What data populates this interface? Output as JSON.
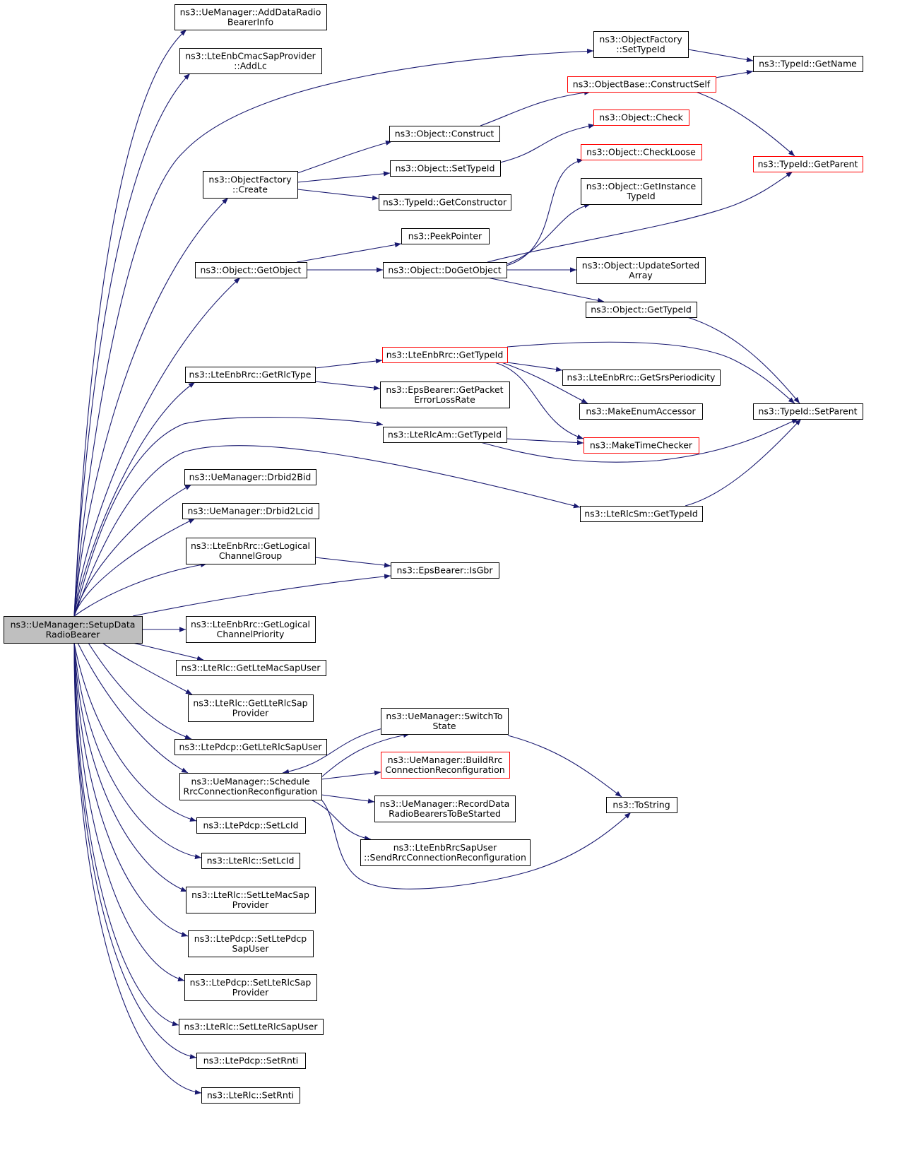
{
  "colors": {
    "edge": "#191970",
    "node_border": "#000000",
    "truncated_border": "#ff0000",
    "root_fill": "#bfbfbf",
    "background": "#ffffff"
  },
  "nodes": [
    {
      "id": "root",
      "lines": [
        "ns3::UeManager::SetupData",
        "RadioBearer"
      ],
      "style": "root"
    },
    {
      "id": "addDRB",
      "lines": [
        "ns3::UeManager::AddDataRadio",
        "BearerInfo"
      ],
      "style": "normal"
    },
    {
      "id": "addLc",
      "lines": [
        "ns3::LteEnbCmacSapProvider",
        "::AddLc"
      ],
      "style": "normal"
    },
    {
      "id": "ofSetTypeId",
      "lines": [
        "ns3::ObjectFactory",
        "::SetTypeId"
      ],
      "style": "normal"
    },
    {
      "id": "getName",
      "lines": [
        "ns3::TypeId::GetName"
      ],
      "style": "normal"
    },
    {
      "id": "constructSelf",
      "lines": [
        "ns3::ObjectBase::ConstructSelf"
      ],
      "style": "truncated"
    },
    {
      "id": "objCheck",
      "lines": [
        "ns3::Object::Check"
      ],
      "style": "truncated"
    },
    {
      "id": "objConstruct",
      "lines": [
        "ns3::Object::Construct"
      ],
      "style": "normal"
    },
    {
      "id": "ofCreate",
      "lines": [
        "ns3::ObjectFactory",
        "::Create"
      ],
      "style": "normal"
    },
    {
      "id": "objSetTypeId",
      "lines": [
        "ns3::Object::SetTypeId"
      ],
      "style": "normal"
    },
    {
      "id": "checkLoose",
      "lines": [
        "ns3::Object::CheckLoose"
      ],
      "style": "truncated"
    },
    {
      "id": "getParent",
      "lines": [
        "ns3::TypeId::GetParent"
      ],
      "style": "truncated"
    },
    {
      "id": "getConstructor",
      "lines": [
        "ns3::TypeId::GetConstructor"
      ],
      "style": "normal"
    },
    {
      "id": "getInstanceTypeId",
      "lines": [
        "ns3::Object::GetInstance",
        "TypeId"
      ],
      "style": "normal"
    },
    {
      "id": "peekPointer",
      "lines": [
        "ns3::PeekPointer"
      ],
      "style": "normal"
    },
    {
      "id": "getObject",
      "lines": [
        "ns3::Object::GetObject"
      ],
      "style": "normal"
    },
    {
      "id": "doGetObject",
      "lines": [
        "ns3::Object::DoGetObject"
      ],
      "style": "normal"
    },
    {
      "id": "updateSorted",
      "lines": [
        "ns3::Object::UpdateSorted",
        "Array"
      ],
      "style": "normal"
    },
    {
      "id": "objGetTypeId",
      "lines": [
        "ns3::Object::GetTypeId"
      ],
      "style": "normal"
    },
    {
      "id": "enbRrcGetTypeId",
      "lines": [
        "ns3::LteEnbRrc::GetTypeId"
      ],
      "style": "truncated"
    },
    {
      "id": "getRlcType",
      "lines": [
        "ns3::LteEnbRrc::GetRlcType"
      ],
      "style": "normal"
    },
    {
      "id": "srsPeriodicity",
      "lines": [
        "ns3::LteEnbRrc::GetSrsPeriodicity"
      ],
      "style": "normal"
    },
    {
      "id": "packetErrorLoss",
      "lines": [
        "ns3::EpsBearer::GetPacket",
        "ErrorLossRate"
      ],
      "style": "normal"
    },
    {
      "id": "makeEnum",
      "lines": [
        "ns3::MakeEnumAccessor"
      ],
      "style": "normal"
    },
    {
      "id": "setParent",
      "lines": [
        "ns3::TypeId::SetParent"
      ],
      "style": "normal"
    },
    {
      "id": "rlcAmGetTypeId",
      "lines": [
        "ns3::LteRlcAm::GetTypeId"
      ],
      "style": "normal"
    },
    {
      "id": "makeTimeChecker",
      "lines": [
        "ns3::MakeTimeChecker"
      ],
      "style": "truncated"
    },
    {
      "id": "drbid2Bid",
      "lines": [
        "ns3::UeManager::Drbid2Bid"
      ],
      "style": "normal"
    },
    {
      "id": "rlcSmGetTypeId",
      "lines": [
        "ns3::LteRlcSm::GetTypeId"
      ],
      "style": "normal"
    },
    {
      "id": "drbid2Lcid",
      "lines": [
        "ns3::UeManager::Drbid2Lcid"
      ],
      "style": "normal"
    },
    {
      "id": "getLcGroup",
      "lines": [
        "ns3::LteEnbRrc::GetLogical",
        "ChannelGroup"
      ],
      "style": "normal"
    },
    {
      "id": "isGbr",
      "lines": [
        "ns3::EpsBearer::IsGbr"
      ],
      "style": "normal"
    },
    {
      "id": "getLcPriority",
      "lines": [
        "ns3::LteEnbRrc::GetLogical",
        "ChannelPriority"
      ],
      "style": "normal"
    },
    {
      "id": "getLteMacSapUser",
      "lines": [
        "ns3::LteRlc::GetLteMacSapUser"
      ],
      "style": "normal"
    },
    {
      "id": "getLteRlcSapProvider",
      "lines": [
        "ns3::LteRlc::GetLteRlcSap",
        "Provider"
      ],
      "style": "normal"
    },
    {
      "id": "switchToState",
      "lines": [
        "ns3::UeManager::SwitchTo",
        "State"
      ],
      "style": "normal"
    },
    {
      "id": "pdcpGetLteRlcSapUser",
      "lines": [
        "ns3::LtePdcp::GetLteRlcSapUser"
      ],
      "style": "normal"
    },
    {
      "id": "buildRrc",
      "lines": [
        "ns3::UeManager::BuildRrc",
        "ConnectionReconfiguration"
      ],
      "style": "truncated"
    },
    {
      "id": "scheduleRrc",
      "lines": [
        "ns3::UeManager::Schedule",
        "RrcConnectionReconfiguration"
      ],
      "style": "normal"
    },
    {
      "id": "recordData",
      "lines": [
        "ns3::UeManager::RecordData",
        "RadioBearersToBeStarted"
      ],
      "style": "normal"
    },
    {
      "id": "toString",
      "lines": [
        "ns3::ToString"
      ],
      "style": "normal"
    },
    {
      "id": "pdcpSetLcId",
      "lines": [
        "ns3::LtePdcp::SetLcId"
      ],
      "style": "normal"
    },
    {
      "id": "sendRrc",
      "lines": [
        "ns3::LteEnbRrcSapUser",
        "::SendRrcConnectionReconfiguration"
      ],
      "style": "normal"
    },
    {
      "id": "rlcSetLcId",
      "lines": [
        "ns3::LteRlc::SetLcId"
      ],
      "style": "normal"
    },
    {
      "id": "setLteMacSapProvider",
      "lines": [
        "ns3::LteRlc::SetLteMacSap",
        "Provider"
      ],
      "style": "normal"
    },
    {
      "id": "setLtePdcpSapUser",
      "lines": [
        "ns3::LtePdcp::SetLtePdcp",
        "SapUser"
      ],
      "style": "normal"
    },
    {
      "id": "setLteRlcSapProvider",
      "lines": [
        "ns3::LtePdcp::SetLteRlcSap",
        "Provider"
      ],
      "style": "normal"
    },
    {
      "id": "setLteRlcSapUser",
      "lines": [
        "ns3::LteRlc::SetLteRlcSapUser"
      ],
      "style": "normal"
    },
    {
      "id": "pdcpSetRnti",
      "lines": [
        "ns3::LtePdcp::SetRnti"
      ],
      "style": "normal"
    },
    {
      "id": "rlcSetRnti",
      "lines": [
        "ns3::LteRlc::SetRnti"
      ],
      "style": "normal"
    }
  ],
  "edges": [
    {
      "from": "root",
      "to": "addDRB"
    },
    {
      "from": "root",
      "to": "addLc"
    },
    {
      "from": "root",
      "to": "ofSetTypeId"
    },
    {
      "from": "root",
      "to": "ofCreate"
    },
    {
      "from": "root",
      "to": "getObject"
    },
    {
      "from": "root",
      "to": "getRlcType"
    },
    {
      "from": "root",
      "to": "rlcAmGetTypeId"
    },
    {
      "from": "root",
      "to": "rlcSmGetTypeId"
    },
    {
      "from": "root",
      "to": "drbid2Bid"
    },
    {
      "from": "root",
      "to": "drbid2Lcid"
    },
    {
      "from": "root",
      "to": "getLcGroup"
    },
    {
      "from": "root",
      "to": "isGbr"
    },
    {
      "from": "root",
      "to": "getLcPriority"
    },
    {
      "from": "root",
      "to": "getLteMacSapUser"
    },
    {
      "from": "root",
      "to": "getLteRlcSapProvider"
    },
    {
      "from": "root",
      "to": "pdcpGetLteRlcSapUser"
    },
    {
      "from": "root",
      "to": "scheduleRrc"
    },
    {
      "from": "root",
      "to": "pdcpSetLcId"
    },
    {
      "from": "root",
      "to": "rlcSetLcId"
    },
    {
      "from": "root",
      "to": "setLteMacSapProvider"
    },
    {
      "from": "root",
      "to": "setLtePdcpSapUser"
    },
    {
      "from": "root",
      "to": "setLteRlcSapProvider"
    },
    {
      "from": "root",
      "to": "setLteRlcSapUser"
    },
    {
      "from": "root",
      "to": "pdcpSetRnti"
    },
    {
      "from": "root",
      "to": "rlcSetRnti"
    },
    {
      "from": "ofSetTypeId",
      "to": "getName"
    },
    {
      "from": "constructSelf",
      "to": "getName"
    },
    {
      "from": "constructSelf",
      "to": "getParent"
    },
    {
      "from": "objConstruct",
      "to": "constructSelf"
    },
    {
      "from": "ofCreate",
      "to": "objConstruct"
    },
    {
      "from": "ofCreate",
      "to": "objSetTypeId"
    },
    {
      "from": "ofCreate",
      "to": "getConstructor"
    },
    {
      "from": "objSetTypeId",
      "to": "objCheck"
    },
    {
      "from": "getObject",
      "to": "peekPointer"
    },
    {
      "from": "getObject",
      "to": "doGetObject"
    },
    {
      "from": "doGetObject",
      "to": "checkLoose"
    },
    {
      "from": "doGetObject",
      "to": "getInstanceTypeId"
    },
    {
      "from": "doGetObject",
      "to": "getParent"
    },
    {
      "from": "doGetObject",
      "to": "updateSorted"
    },
    {
      "from": "doGetObject",
      "to": "objGetTypeId"
    },
    {
      "from": "objGetTypeId",
      "to": "setParent"
    },
    {
      "from": "getRlcType",
      "to": "enbRrcGetTypeId"
    },
    {
      "from": "getRlcType",
      "to": "packetErrorLoss"
    },
    {
      "from": "enbRrcGetTypeId",
      "to": "setParent"
    },
    {
      "from": "enbRrcGetTypeId",
      "to": "srsPeriodicity"
    },
    {
      "from": "enbRrcGetTypeId",
      "to": "makeEnum"
    },
    {
      "from": "enbRrcGetTypeId",
      "to": "makeTimeChecker"
    },
    {
      "from": "rlcAmGetTypeId",
      "to": "makeTimeChecker"
    },
    {
      "from": "rlcAmGetTypeId",
      "to": "setParent"
    },
    {
      "from": "rlcSmGetTypeId",
      "to": "setParent"
    },
    {
      "from": "getLcGroup",
      "to": "isGbr"
    },
    {
      "from": "switchToState",
      "to": "scheduleRrc"
    },
    {
      "from": "switchToState",
      "to": "toString"
    },
    {
      "from": "scheduleRrc",
      "to": "switchToState"
    },
    {
      "from": "scheduleRrc",
      "to": "buildRrc"
    },
    {
      "from": "scheduleRrc",
      "to": "recordData"
    },
    {
      "from": "scheduleRrc",
      "to": "sendRrc"
    },
    {
      "from": "scheduleRrc",
      "to": "toString"
    }
  ]
}
